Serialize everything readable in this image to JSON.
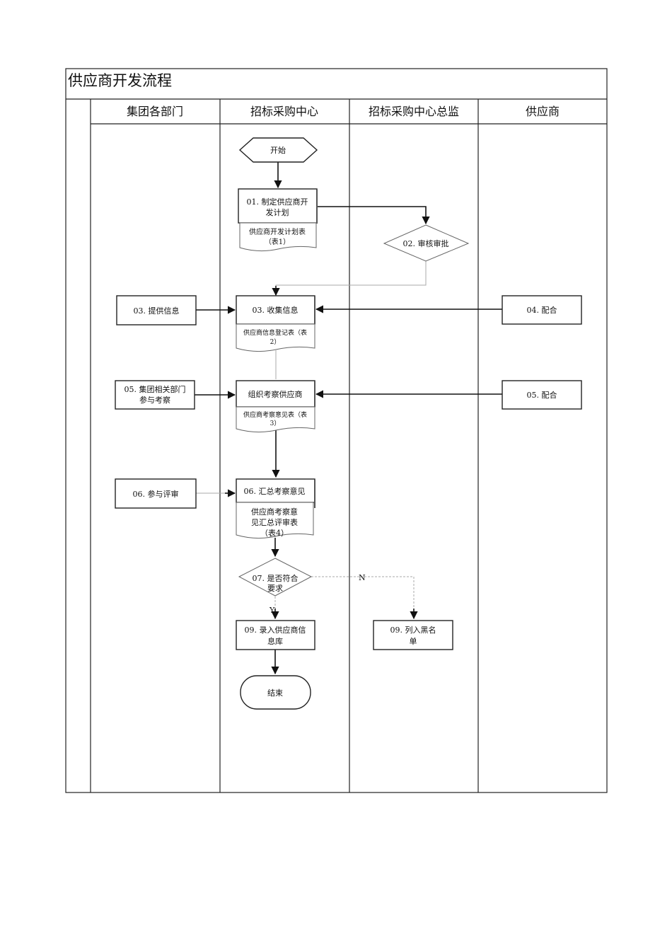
{
  "title": "供应商开发流程",
  "lanes": [
    "集团各部门",
    "招标采购中心",
    "招标采购中心总监",
    "供应商"
  ],
  "nodes": {
    "start": "开始",
    "n01_line1": "01. 制定供应商开",
    "n01_line2": "发计划",
    "doc1_line1": "供应商开发计划表",
    "doc1_line2": "（表1）",
    "n02": "02. 审核审批",
    "n03a": "03. 提供信息",
    "n03b": "03. 收集信息",
    "doc2_line1": "供应商信息登记表（表",
    "doc2_line2": "2）",
    "n04": "04. 配合",
    "n05a_line1": "05. 集团相关部门",
    "n05a_line2": "参与考察",
    "n05b": "组织考察供应商",
    "doc3_line1": "供应商考察意见表（表",
    "doc3_line2": "3）",
    "n05c": "05. 配合",
    "n06a": "06. 参与评审",
    "n06b": "06. 汇总考察意见",
    "doc4_line1": "供应商考察意",
    "doc4_line2": "见汇总评审表",
    "doc4_line3": "（表4）",
    "n07_line1": "07. 是否符合",
    "n07_line2": "要求",
    "label_n": "N",
    "label_y": "Y",
    "n09a_line1": "09. 录入供应商信",
    "n09a_line2": "息库",
    "n09b_line1": "09. 列入黑名",
    "n09b_line2": "单",
    "end": "结束"
  },
  "colors": {
    "line": "#222222",
    "light_arrow": "#aaaaaa",
    "background": "#ffffff"
  }
}
